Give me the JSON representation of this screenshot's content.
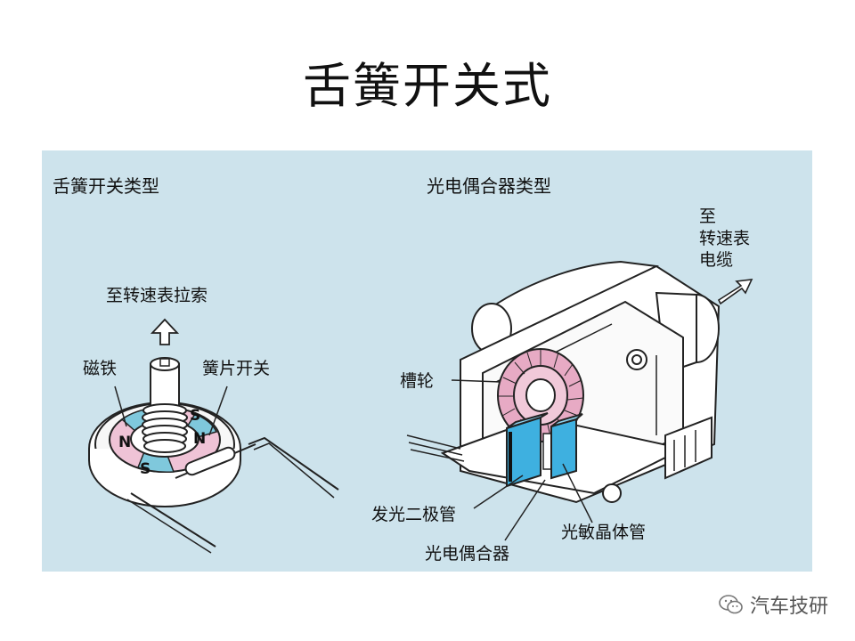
{
  "title": "舌簧开关式",
  "reed": {
    "heading": "舌簧开关类型",
    "to_cable": "至转速表拉索",
    "magnet": "磁铁",
    "reed_switch": "簧片开关",
    "pole_n": "N",
    "pole_s": "S"
  },
  "photo": {
    "heading": "光电偶合器类型",
    "to_meter": "至\n转速表\n电缆",
    "slotted_wheel": "槽轮",
    "led": "发光二极管",
    "phototransistor": "光敏晶体管",
    "coupler": "光电偶合器"
  },
  "watermark": "汽车技研",
  "colors": {
    "panel_bg": "#cde3ec",
    "magnet_pink": "#efc3d6",
    "magnet_blue": "#7fc8dc",
    "wheel_pink": "#e7aac4",
    "coupler_blue": "#3eb0e0"
  }
}
